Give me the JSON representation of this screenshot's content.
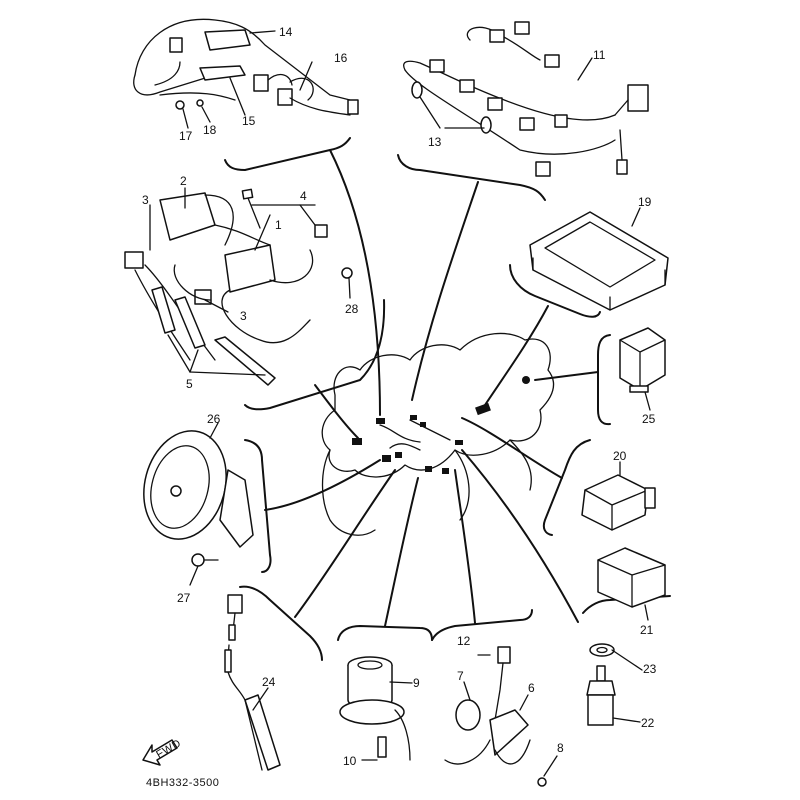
{
  "diagram": {
    "title": "Electrical parts exploded view",
    "part_code": "4BH332-3500",
    "direction_arrow": "FWD",
    "callouts": {
      "c1": "1",
      "c2": "2",
      "c3a": "3",
      "c3b": "3",
      "c4": "4",
      "c5": "5",
      "c6": "6",
      "c7": "7",
      "c8": "8",
      "c9": "9",
      "c10": "10",
      "c11": "11",
      "c12": "12",
      "c13": "13",
      "c14": "14",
      "c15": "15",
      "c16": "16",
      "c17": "17",
      "c18": "18",
      "c19": "19",
      "c20": "20",
      "c21": "21",
      "c22": "22",
      "c23": "23",
      "c24": "24",
      "c25": "25",
      "c26": "26",
      "c27": "27",
      "c28": "28"
    }
  }
}
